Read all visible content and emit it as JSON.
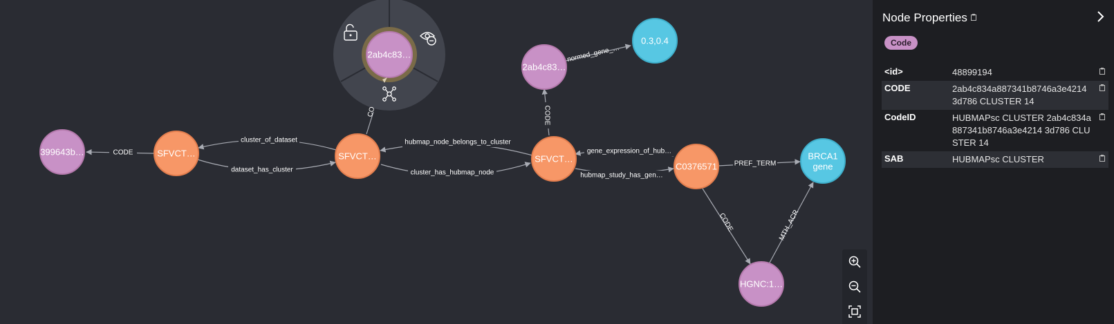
{
  "graph": {
    "nodes": {
      "left_code": "399643b…",
      "cluster1": "SFVCT…",
      "selected": "2ab4c83…",
      "cluster2": "SFVCT…",
      "code_top": "2ab4c83…",
      "value": "0.3,0.4",
      "cluster3": "SFVCT…",
      "concept": "C0376571",
      "brca1_line1": "BRCA1",
      "brca1_line2": "gene",
      "hgnc": "HGNC:1…"
    },
    "edges": {
      "code_left": "CODE",
      "cluster_of_dataset": "cluster_of_dataset",
      "dataset_has_cluster": "dataset_has_cluster",
      "co_partial": "CO",
      "hubmap_node_belongs_to_cluster": "hubmap_node_belongs_to_cluster",
      "cluster_has_hubmap_node": "cluster_has_hubmap_node",
      "code_vertical": "CODE",
      "normed_gene": "normed_gene_…",
      "gene_expression": "gene_expression_of_hub…",
      "hubmap_study": "hubmap_study_has_gen…",
      "pref_term": "PREF_TERM",
      "code_diag": "CODE",
      "mth_acr": "MTH_ACR"
    },
    "colors": {
      "code_node": "#c891c6",
      "cluster_node": "#f79767",
      "value_node": "#57c7e3",
      "background": "#2a2c33"
    }
  },
  "context_menu": {
    "icons": [
      "unlock-icon",
      "hide-icon",
      "expand-icon"
    ]
  },
  "zoom": {
    "icons": [
      "zoom-in-icon",
      "zoom-out-icon",
      "fit-icon"
    ]
  },
  "panel": {
    "title": "Node Properties",
    "badge": "Code",
    "properties": [
      {
        "key": "<id>",
        "value": "48899194"
      },
      {
        "key": "CODE",
        "value": "2ab4c834a887341b8746a3e4214 3d786 CLUSTER 14"
      },
      {
        "key": "CodeID",
        "value": "HUBMAPsc CLUSTER 2ab4c834a887341b8746a3e4214 3d786 CLUSTER 14"
      },
      {
        "key": "SAB",
        "value": "HUBMAPsc CLUSTER"
      }
    ]
  }
}
